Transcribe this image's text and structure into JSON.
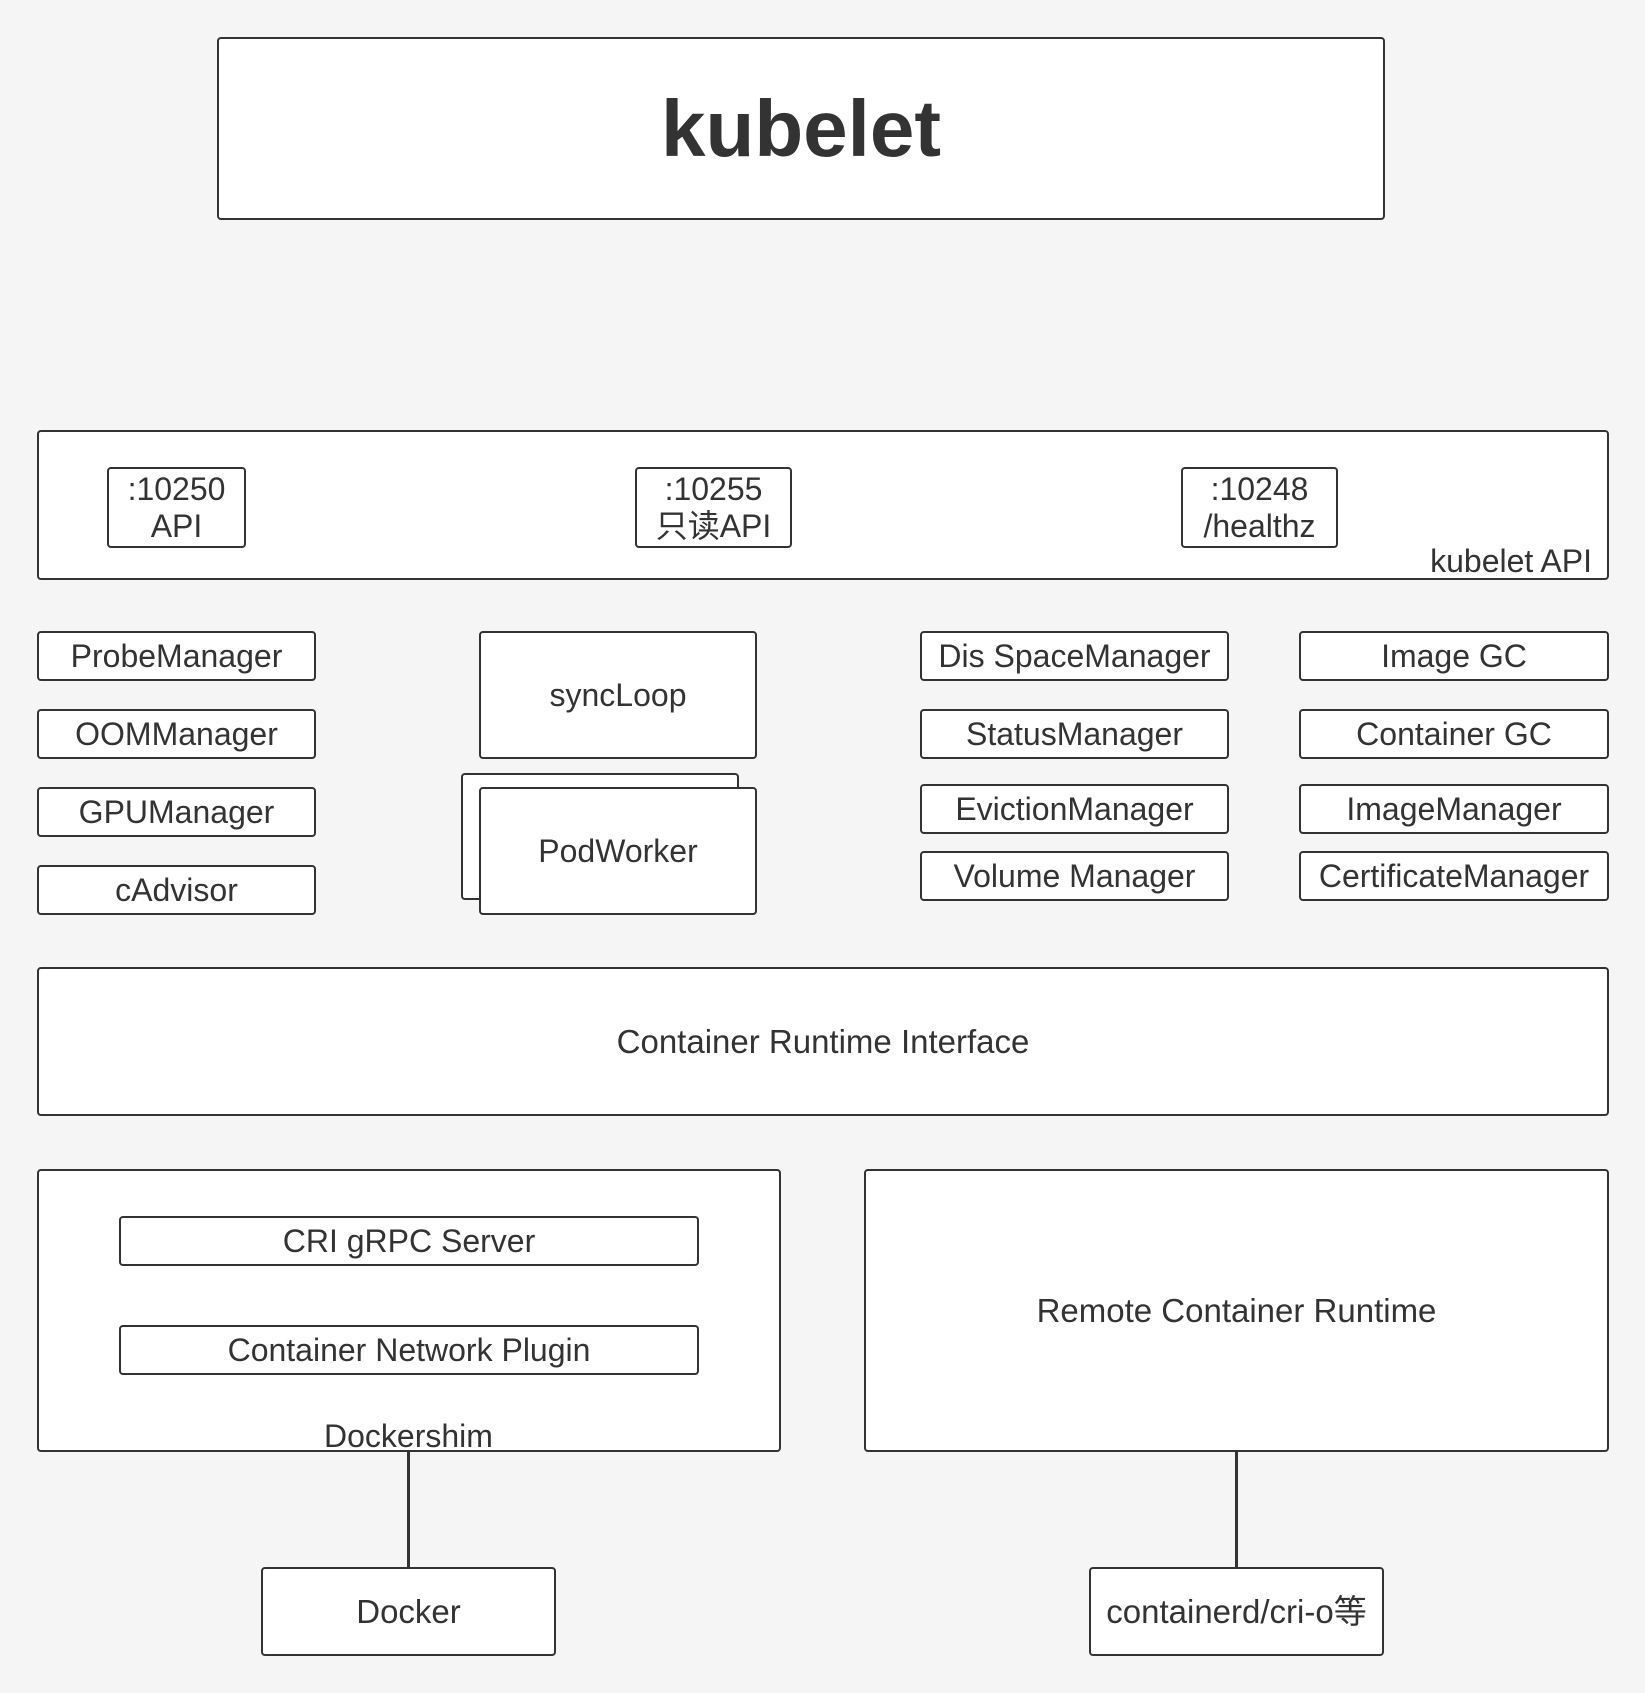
{
  "title": "kubelet",
  "kubelet_api": {
    "label": "kubelet API",
    "ports": [
      {
        "port": ":10250",
        "desc": "API"
      },
      {
        "port": ":10255",
        "desc": "只读API"
      },
      {
        "port": ":10248",
        "desc": "/healthz"
      }
    ]
  },
  "managers_left": [
    "ProbeManager",
    "OOMManager",
    "GPUManager",
    "cAdvisor"
  ],
  "center": {
    "sync_loop": "syncLoop",
    "pod_worker": "PodWorker"
  },
  "managers_mid": [
    "Dis SpaceManager",
    "StatusManager",
    "EvictionManager",
    "Volume Manager"
  ],
  "managers_right": [
    "Image GC",
    "Container GC",
    "ImageManager",
    "CertificateManager"
  ],
  "cri": "Container Runtime Interface",
  "dockershim": {
    "label": "Dockershim",
    "items": [
      "CRI gRPC Server",
      "Container Network Plugin"
    ]
  },
  "remote_runtime": "Remote Container Runtime",
  "docker": "Docker",
  "containerd": "containerd/cri-o等"
}
